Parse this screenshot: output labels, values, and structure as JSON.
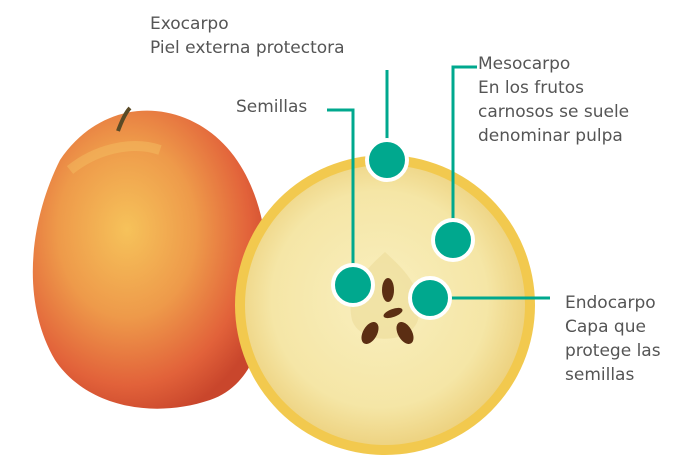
{
  "colors": {
    "accent": "#00a88e",
    "text": "#555555"
  },
  "labels": {
    "exocarpo": {
      "title": "Exocarpo",
      "lines": [
        "Piel externa protectora"
      ]
    },
    "mesocarpo": {
      "title": "Mesocarpo",
      "lines": [
        "En los frutos",
        "carnosos se suele",
        "denominar pulpa"
      ]
    },
    "semillas": {
      "title": "Semillas",
      "lines": []
    },
    "endocarpo": {
      "title": "Endocarpo",
      "lines": [
        "Capa que",
        "protege las",
        "semillas"
      ]
    }
  },
  "markers": [
    "exocarpo-marker",
    "mesocarpo-marker",
    "semillas-marker",
    "endocarpo-marker"
  ]
}
